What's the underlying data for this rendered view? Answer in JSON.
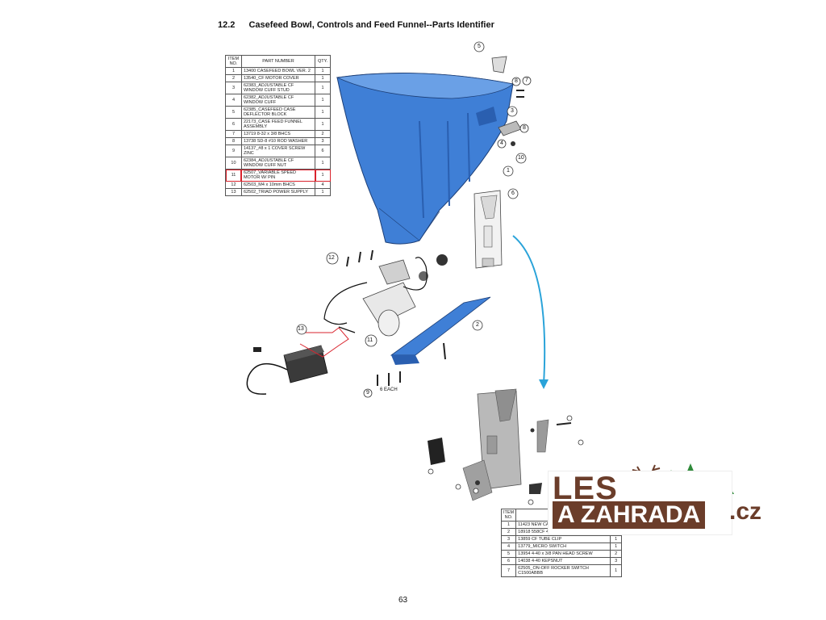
{
  "section": {
    "number": "12.2",
    "title": "Casefeed Bowl, Controls and Feed Funnel--Parts Identifier"
  },
  "bom_main": {
    "headers": [
      "ITEM NO.",
      "PART NUMBER",
      "QTY."
    ],
    "rows": [
      [
        "1",
        "13400 CASEFEED BOWL VER. 2",
        "1"
      ],
      [
        "2",
        "13540_CF MOTOR COVER",
        "1"
      ],
      [
        "3",
        "62383_ADJUSTABLE CF WINDOW CUFF STUD",
        "1"
      ],
      [
        "4",
        "62382_ADJUSTABLE CF WINDOW CUFF",
        "1"
      ],
      [
        "5",
        "62385_CASEFEED CASE DEFLECTOR BLOCK",
        "1"
      ],
      [
        "6",
        "22173_CASE FEED FUNNEL ASSEMBLY",
        "1"
      ],
      [
        "7",
        "13719 8-32 x 3/8 BHCS",
        "2"
      ],
      [
        "8",
        "13738 SD-8 #10 ROD WASHER",
        "3"
      ],
      [
        "9",
        "14137_#8 x 1 COVER SCREW ZINC",
        "6"
      ],
      [
        "10",
        "62384_ADJUSTABLE CF WINDOW CUFF NUT",
        "1"
      ],
      [
        "11",
        "62507_VARIABLE SPEED MOTOR W/ PIN",
        "1"
      ],
      [
        "12",
        "62503_M4 x 10mm BHCS",
        "4"
      ],
      [
        "13",
        "62502_TRIAD POWER SUPPLY",
        "1"
      ]
    ],
    "highlight_row": 10
  },
  "bom_secondary": {
    "headers": [
      "ITEM NO.",
      "",
      ""
    ],
    "rows": [
      [
        "1",
        "11423 NEW CA",
        ""
      ],
      [
        "2",
        "18918 558CF 4",
        ""
      ],
      [
        "3",
        "13859 CF TUBE CLIP",
        "1"
      ],
      [
        "4",
        "13779_MICRO SWITCH",
        "1"
      ],
      [
        "5",
        "13954 4-40 x 3/8 PAN HEAD SCREW",
        "2"
      ],
      [
        "6",
        "14038 4-40 KEPSNUT",
        "3"
      ],
      [
        "7",
        "62505_ON-OFF ROCKER SWITCH C1500ABBB",
        "1"
      ]
    ]
  },
  "callouts": {
    "c1": "1",
    "c2": "2",
    "c3": "3",
    "c4": "4",
    "c5": "5",
    "c6": "6",
    "c7": "7",
    "c8a": "8",
    "c8b": "8",
    "c9": "9",
    "c10": "10",
    "c11": "11",
    "c12": "12",
    "c13": "13",
    "each": "6 EACH"
  },
  "logo": {
    "les": "LES",
    "zahrada": "A ZAHRADA",
    "cz": ".cz"
  },
  "page_number": "63",
  "colors": {
    "bowl": "#3f7fd6",
    "bowl_dark": "#2a5fb0",
    "arrow": "#2aa3d9",
    "highlight": "#d9232d",
    "logo_brown": "#6b3d2a",
    "logo_green": "#2f8a3a"
  }
}
